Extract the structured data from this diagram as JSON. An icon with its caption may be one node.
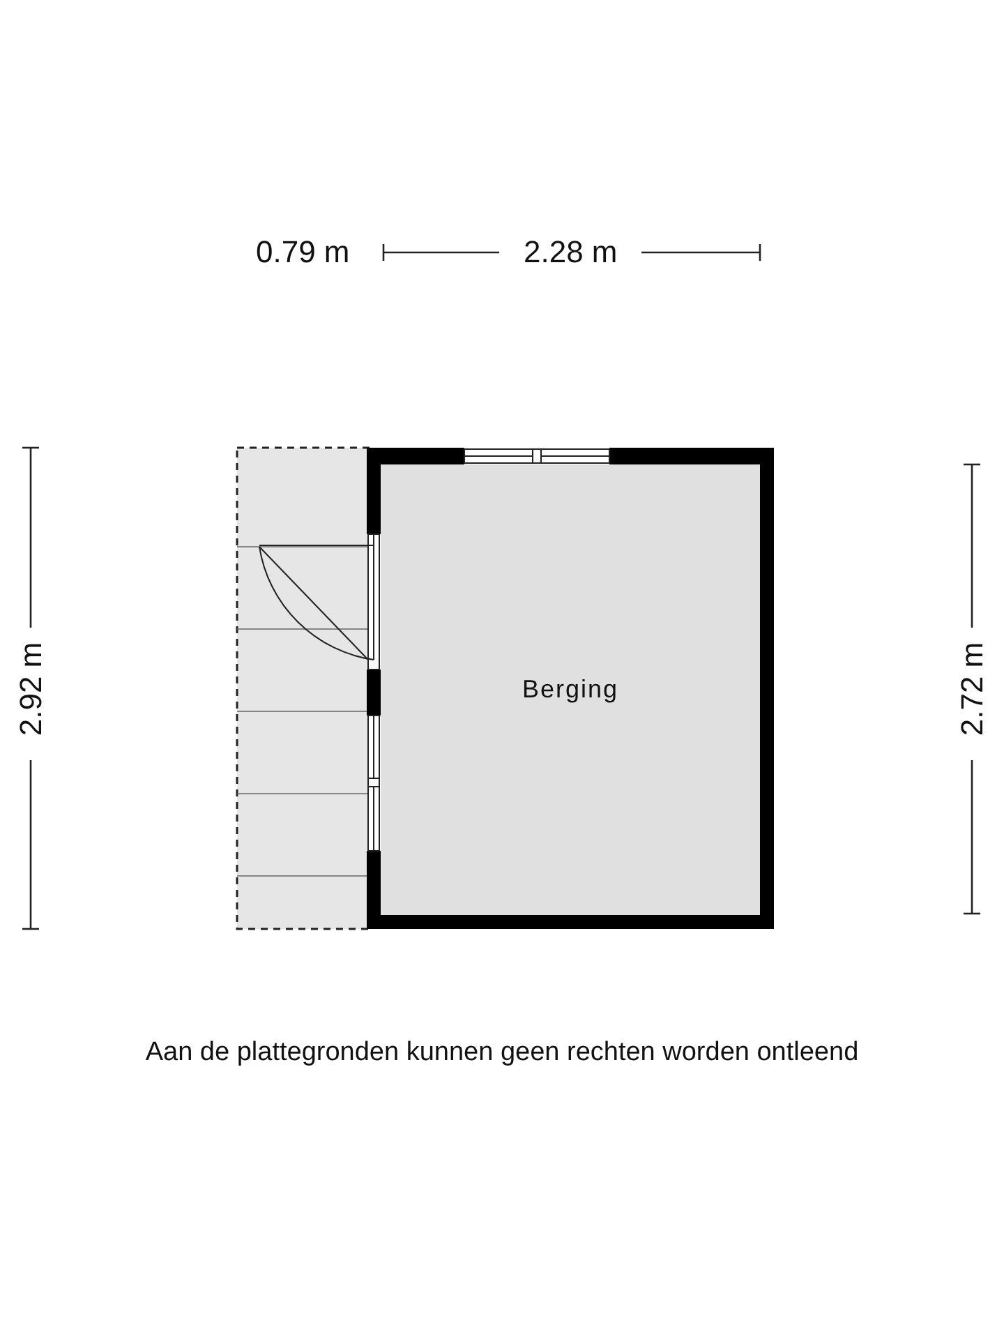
{
  "diagram": {
    "caption": "Aan de plattegronden kunnen geen rechten worden ontleend",
    "nodes": [
      {
        "text": [
          "Berging"
        ]
      }
    ],
    "labels": [
      "0.79 m",
      "2.28 m",
      "2.92 m",
      "2.72 m"
    ]
  }
}
